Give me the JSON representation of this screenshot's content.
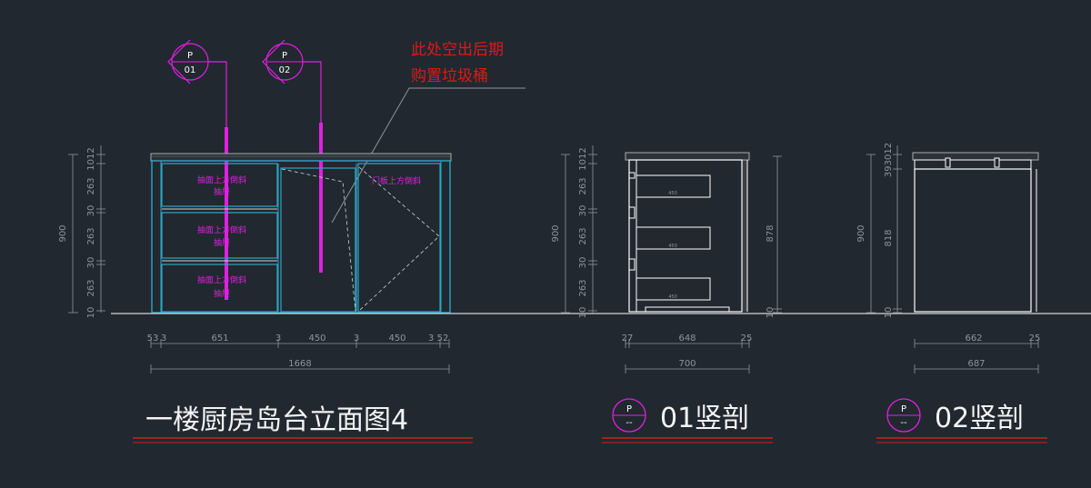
{
  "note": {
    "line1": "此处空出后期",
    "line2": "购置垃圾桶"
  },
  "markers": [
    {
      "letter": "P",
      "num": "01"
    },
    {
      "letter": "P",
      "num": "02"
    }
  ],
  "main": {
    "left_dims": [
      "1012",
      "263",
      "30",
      "263",
      "30",
      "263",
      "10"
    ],
    "left_total": "900",
    "bottom_dims": [
      "53",
      "3",
      "651",
      "3",
      "450",
      "3",
      "450",
      "3",
      "52"
    ],
    "overall": "1668",
    "drawer_labels": [
      {
        "l1": "抽面上方倒斜",
        "l2": "抽屉"
      },
      {
        "l1": "抽面上方倒斜",
        "l2": "抽屉"
      },
      {
        "l1": "抽面上方倒斜",
        "l2": "抽屉"
      }
    ],
    "door_label": "门板上方倒斜",
    "title": "一楼厨房岛台立面图4"
  },
  "sec01": {
    "left_dims": [
      "1012",
      "263",
      "30",
      "263",
      "30",
      "263",
      "10"
    ],
    "left_total": "900",
    "right_dims": [
      "878",
      "10"
    ],
    "bottom_dims": [
      "27",
      "648",
      "25"
    ],
    "overall": "700",
    "drawer_values": [
      "450",
      "450",
      "450"
    ],
    "title": "01竖剖",
    "badge": {
      "letter": "P",
      "num": "--"
    }
  },
  "sec02": {
    "left_dims": [
      "393012",
      "818",
      "10"
    ],
    "left_total": "900",
    "bottom_dims": [
      "662",
      "25"
    ],
    "overall": "687",
    "title": "02竖剖",
    "badge": {
      "letter": "P",
      "num": "--"
    }
  },
  "colors": {
    "background": "#212830",
    "cabinet_line": "#2aa7c4",
    "dimension": "#8e959c",
    "magenta": "#e020e0",
    "note_red": "#e01818",
    "white": "#ffffff"
  }
}
